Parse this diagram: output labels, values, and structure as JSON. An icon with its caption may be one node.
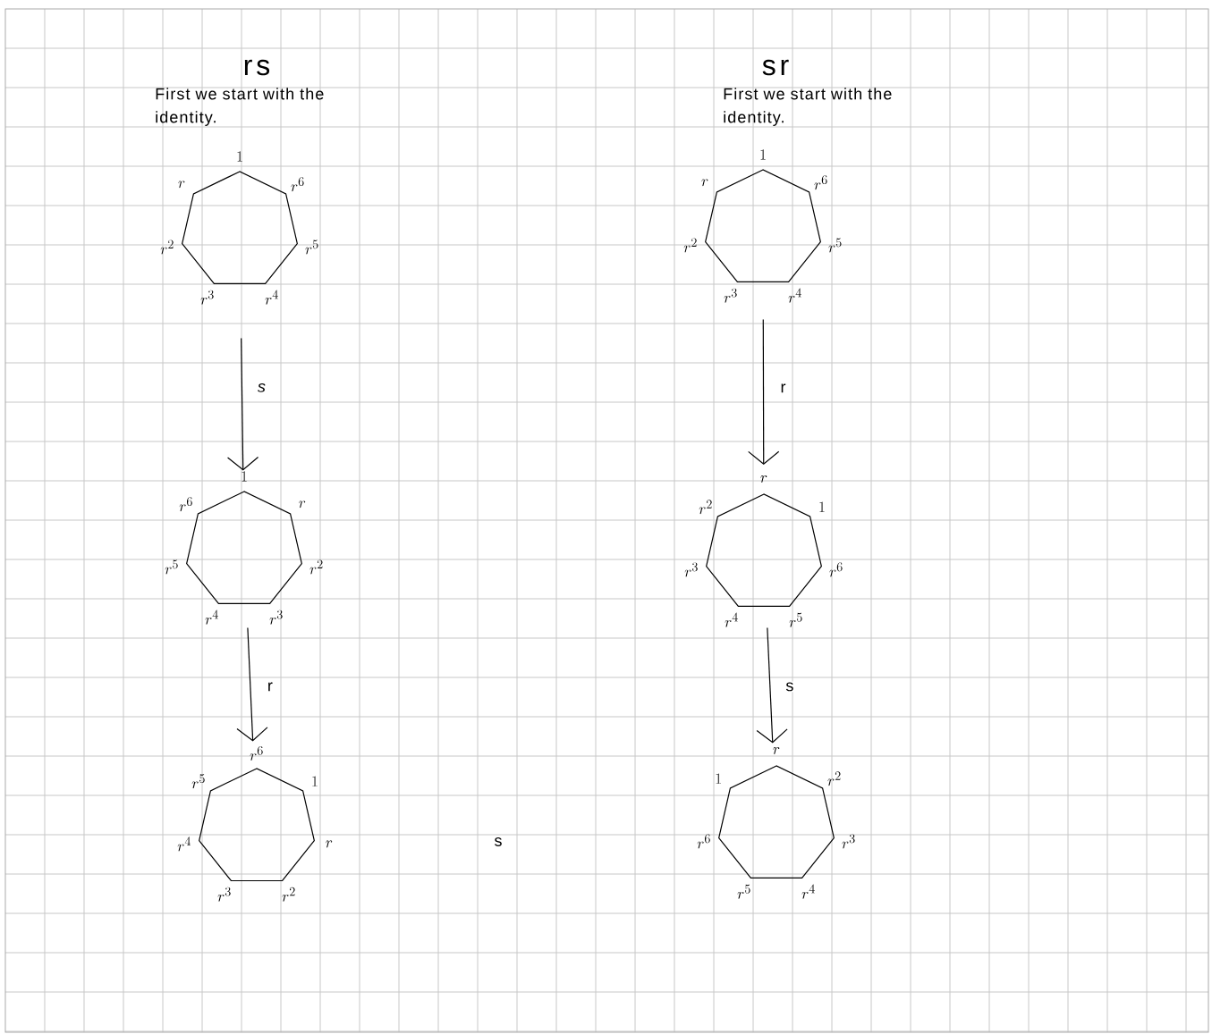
{
  "diagram": {
    "nodes": [
      {
        "text": [
          "1",
          "r",
          "r^{2}",
          "r^{3}",
          "r^{4}",
          "r^{5}",
          "r^{6}"
        ]
      },
      {
        "text": [
          "1",
          "r^{6}",
          "r^{5}",
          "r^{4}",
          "r^{3}",
          "r^{2}",
          "r"
        ]
      },
      {
        "text": [
          "r^{6}",
          "r^{5}",
          "r^{4}",
          "r^{3}",
          "r^{2}",
          "r",
          "1"
        ]
      },
      {
        "text": [
          "1",
          "r",
          "r^{2}",
          "r^{3}",
          "r^{4}",
          "r^{5}",
          "r^{6}"
        ]
      },
      {
        "text": [
          "r",
          "r^{2}",
          "r^{3}",
          "r^{4}",
          "r^{5}",
          "r^{6}",
          "1"
        ]
      },
      {
        "text": [
          "r",
          "1",
          "r^{6}",
          "r^{5}",
          "r^{4}",
          "r^{3}",
          "r^{2}"
        ]
      }
    ],
    "edges": [
      {
        "from": 0,
        "to": 1,
        "arrow": "to",
        "label": "s"
      },
      {
        "from": 1,
        "to": 2,
        "arrow": "to",
        "label": "r"
      },
      {
        "from": 3,
        "to": 4,
        "arrow": "to",
        "label": "r"
      },
      {
        "from": 4,
        "to": 5,
        "arrow": "to",
        "label": "s"
      }
    ],
    "labels": [
      "rs",
      "First we start with the identity.",
      "sr",
      "First we start with the identity.",
      "s"
    ]
  }
}
